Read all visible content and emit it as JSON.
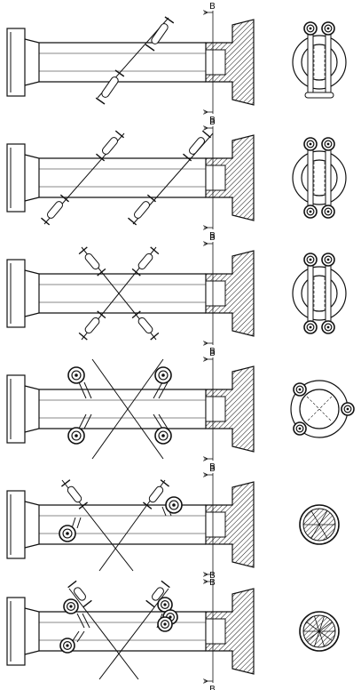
{
  "figure": {
    "section_label": "B",
    "rows": [
      {
        "id": "1",
        "bolts": "two-inclined-single",
        "end_view": "clamp-two-pairs-top"
      },
      {
        "id": "2",
        "bolts": "four-parallel-inclined",
        "end_view": "clamp-two-pairs-top-bottom"
      },
      {
        "id": "3",
        "bolts": "four-crossed",
        "end_view": "clamp-two-pairs-top-bottom"
      },
      {
        "id": "4",
        "bolts": "four-crossed-with-heads",
        "end_view": "ring-with-three-bolts"
      },
      {
        "id": "5",
        "bolts": "crossed-with-offset-heads",
        "end_view": "hatched-lattice-circle"
      },
      {
        "id": "6",
        "bolts": "crossed-with-triple-heads",
        "end_view": "hatched-lattice-circle-dense"
      }
    ]
  },
  "colors": {
    "line": "#111111",
    "background": "#ffffff",
    "hatch": "#111111"
  }
}
